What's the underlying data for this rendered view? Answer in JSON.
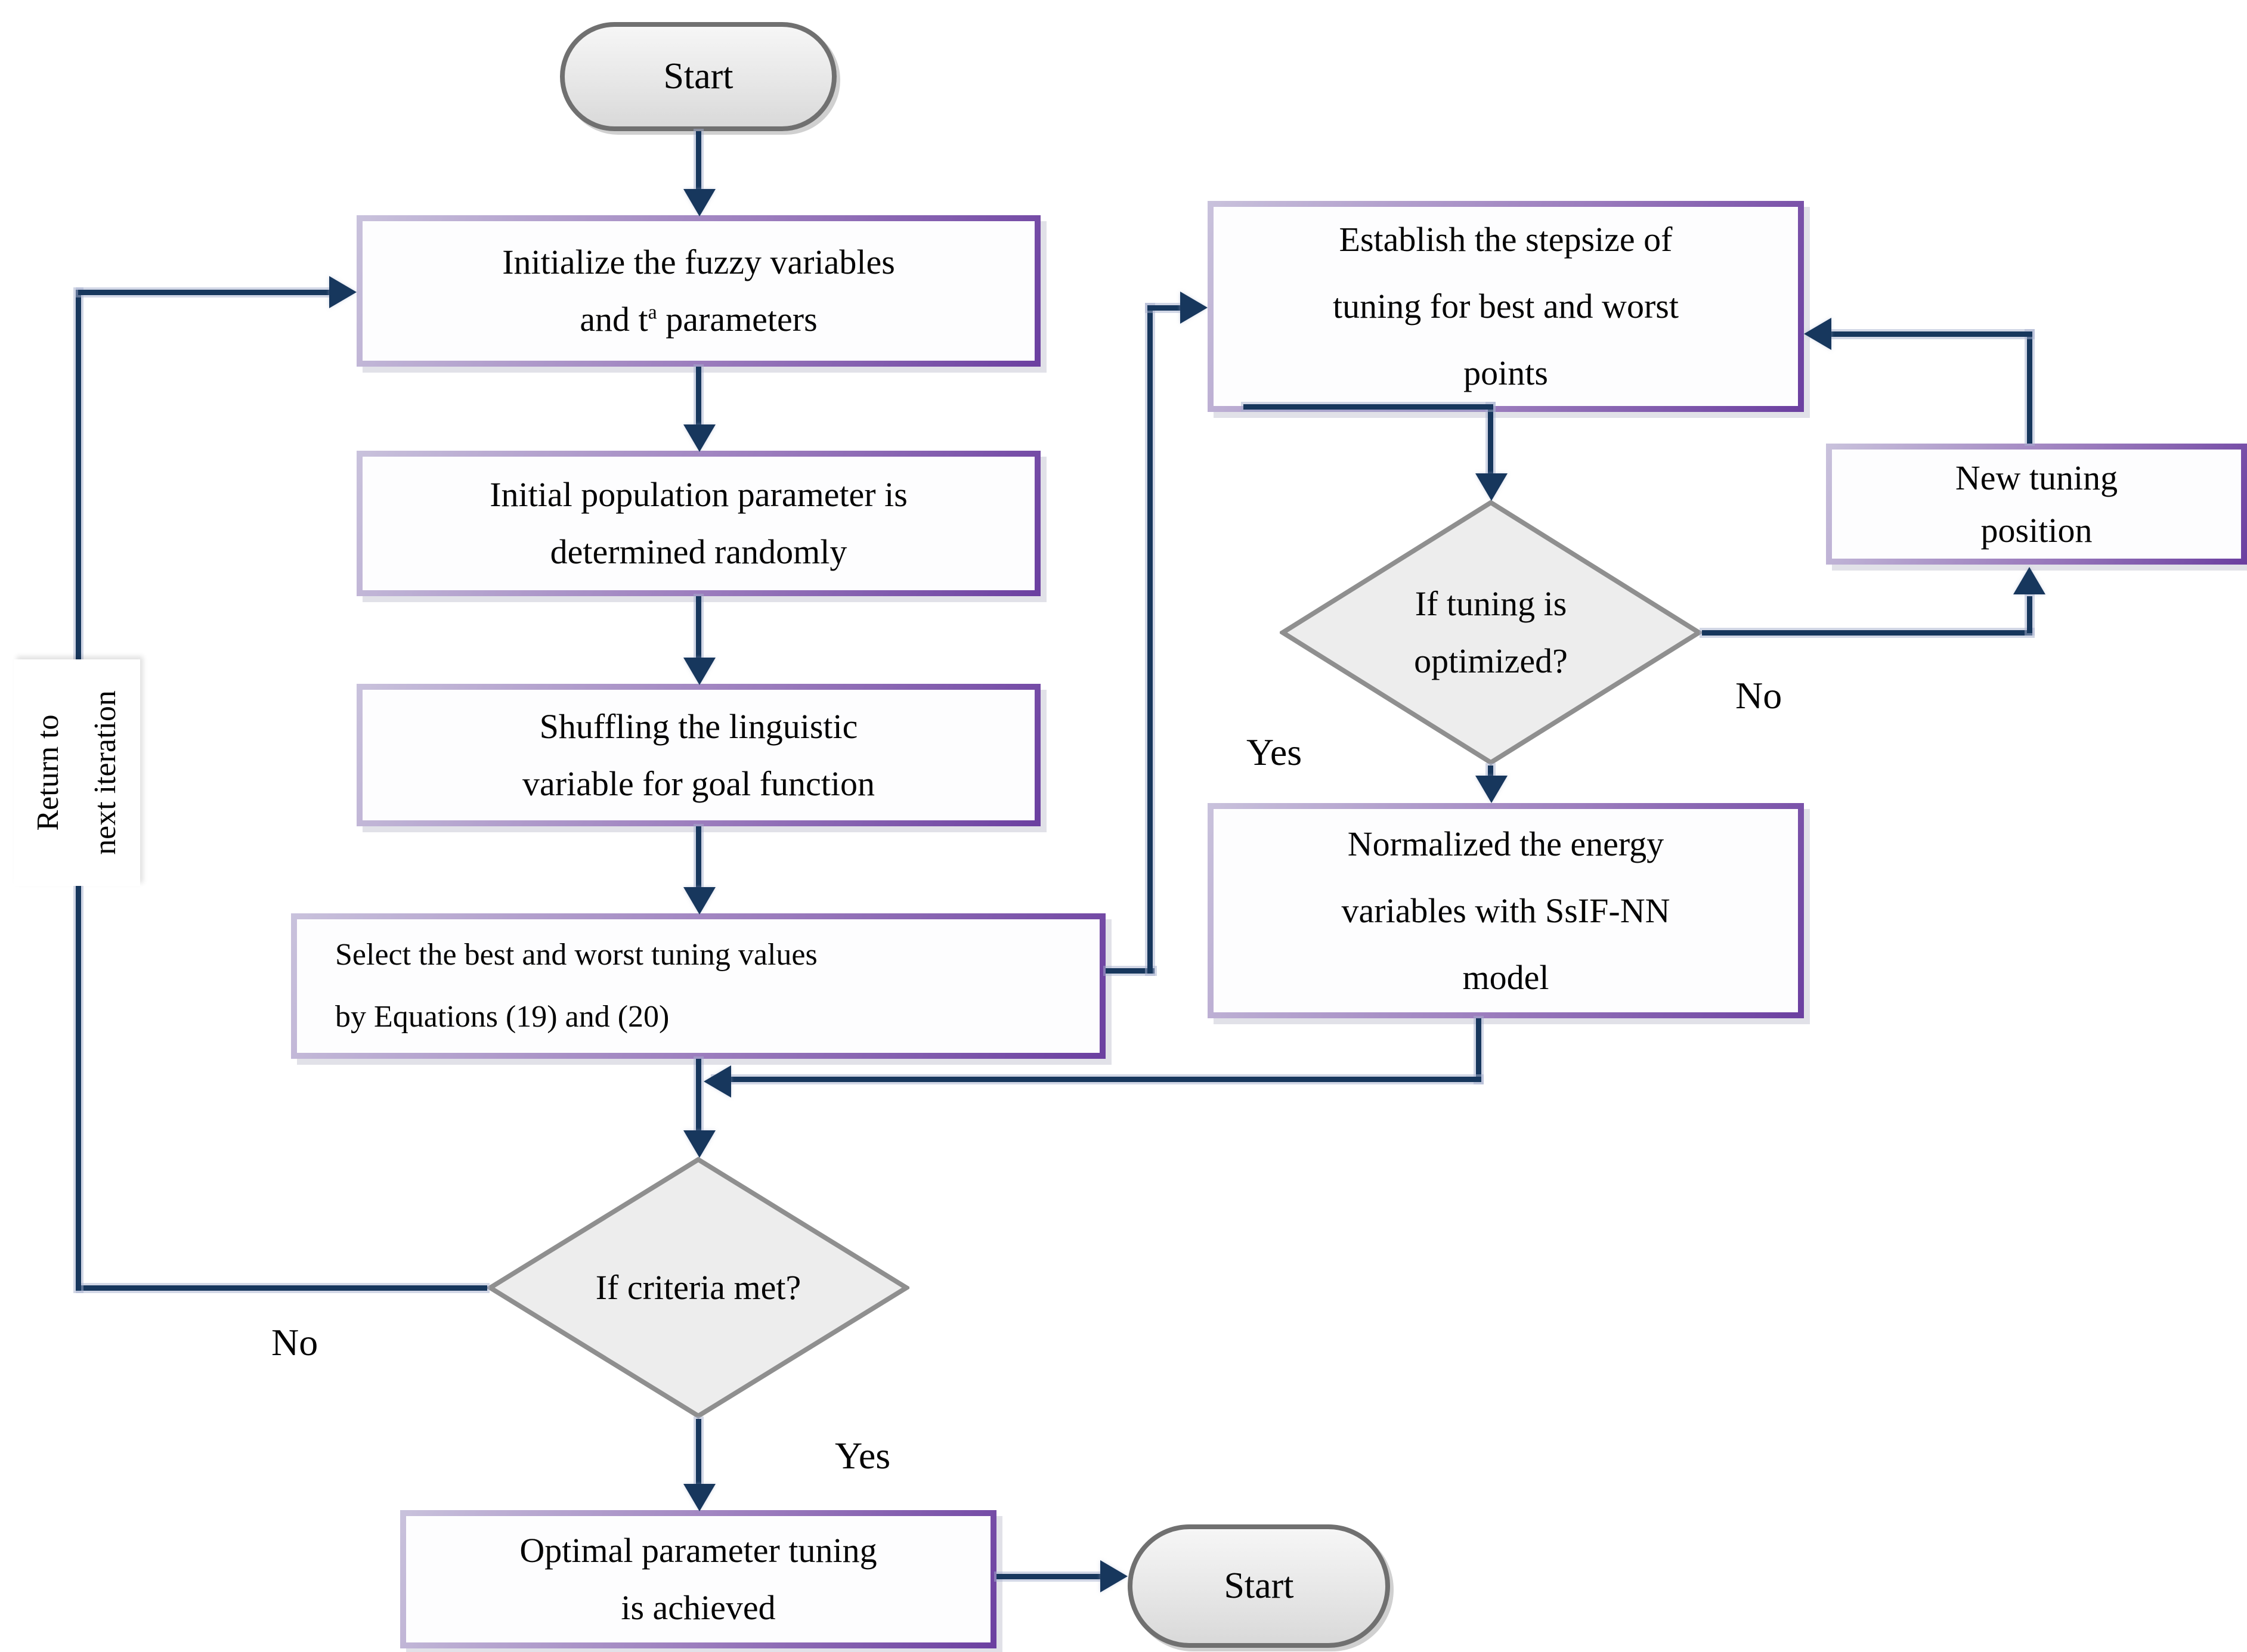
{
  "diagram": {
    "nodes": {
      "start_top": {
        "label": "Start"
      },
      "initialize": {
        "line1": "Initialize the fuzzy variables",
        "line2_pre": "and t",
        "line2_sup": "a",
        "line2_post": " parameters"
      },
      "population": {
        "line1": "Initial population parameter is",
        "line2": "determined randomly"
      },
      "shuffling": {
        "line1": "Shuffling the linguistic",
        "line2": "variable for goal function"
      },
      "select": {
        "line1": "Select the best and worst tuning values",
        "line2": "by Equations (19) and (20)"
      },
      "establish": {
        "line1": "Establish the stepsize of",
        "line2": "tuning for best and worst",
        "line3": "points"
      },
      "tuning_decision": {
        "line1": "If tuning is",
        "line2": "optimized?"
      },
      "new_tuning": {
        "line1": "New tuning",
        "line2": "position"
      },
      "normalized": {
        "line1": "Normalized the energy",
        "line2": "variables with SsIF-NN",
        "line3": "model"
      },
      "criteria_decision": {
        "line1": "If criteria met?"
      },
      "optimal": {
        "line1": "Optimal parameter tuning",
        "line2": "is achieved"
      },
      "start_bottom": {
        "label": "Start"
      },
      "return_note": {
        "line1": "Return to",
        "line2": "next iteration"
      }
    },
    "edge_labels": {
      "tuning_yes": "Yes",
      "tuning_no": "No",
      "criteria_yes": "Yes",
      "criteria_no": "No"
    },
    "colors": {
      "line": "#17375d",
      "box_border_purple": "#6b3fa0",
      "box_border_light": "#c9c2dc",
      "diamond_fill": "#ededed",
      "diamond_border": "#8f8f8f",
      "terminal_border": "#707070",
      "text": "#050505"
    }
  }
}
